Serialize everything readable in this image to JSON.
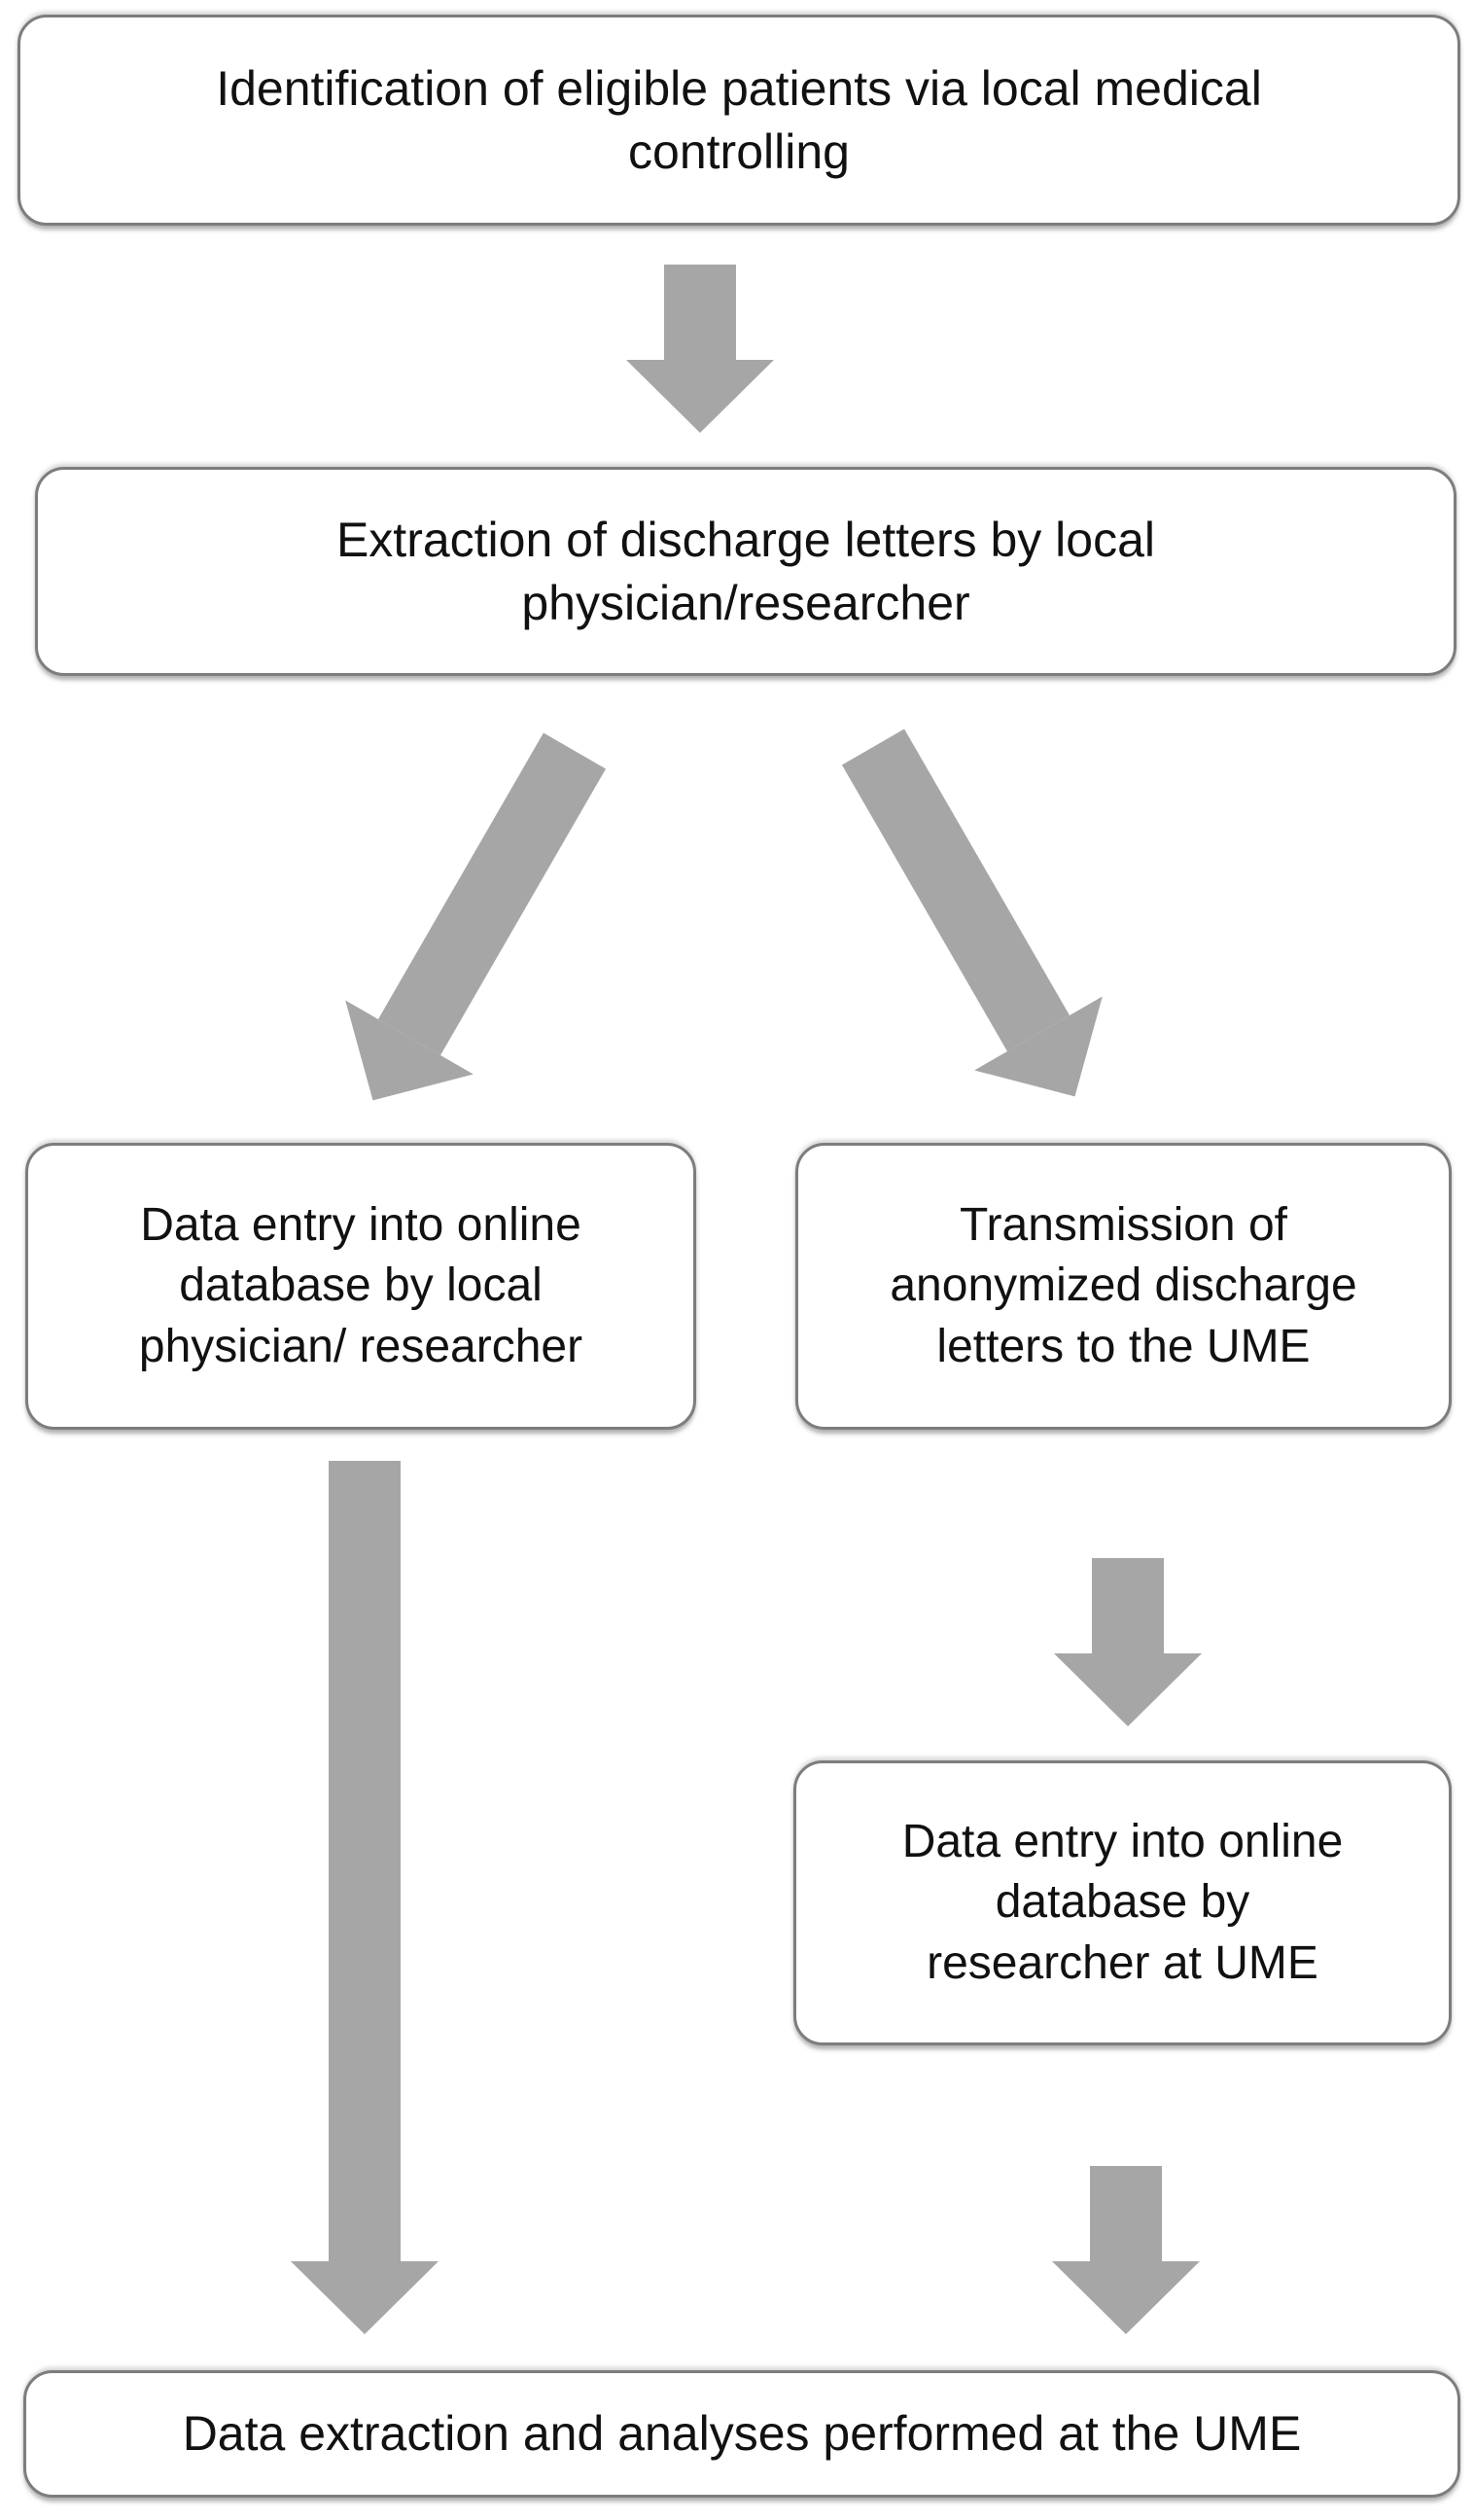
{
  "diagram": {
    "type": "flowchart",
    "colors": {
      "background": "#ffffff",
      "box_fill": "#ffffff",
      "box_border": "#7d7d7d",
      "arrow": "#a6a6a6",
      "text": "#111111"
    },
    "nodes": [
      {
        "id": "identification",
        "label": "Identification of eligible patients via local medical\ncontrolling"
      },
      {
        "id": "extraction",
        "label": "Extraction of discharge letters by local\nphysician/researcher"
      },
      {
        "id": "data-entry-local",
        "label": "Data entry into online\ndatabase by local\nphysician/ researcher"
      },
      {
        "id": "transmission",
        "label": "Transmission of\nanonymized discharge\nletters to the UME"
      },
      {
        "id": "data-entry-ume",
        "label": "Data entry into online\ndatabase by\nresearcher at UME"
      },
      {
        "id": "analyses",
        "label": "Data extraction and analyses performed at the UME"
      }
    ],
    "edges": [
      {
        "from": "identification",
        "to": "extraction",
        "direction": "down"
      },
      {
        "from": "extraction",
        "to": "data-entry-local",
        "direction": "down-left"
      },
      {
        "from": "extraction",
        "to": "transmission",
        "direction": "down-right"
      },
      {
        "from": "transmission",
        "to": "data-entry-ume",
        "direction": "down"
      },
      {
        "from": "data-entry-local",
        "to": "analyses",
        "direction": "down"
      },
      {
        "from": "data-entry-ume",
        "to": "analyses",
        "direction": "down"
      }
    ]
  }
}
